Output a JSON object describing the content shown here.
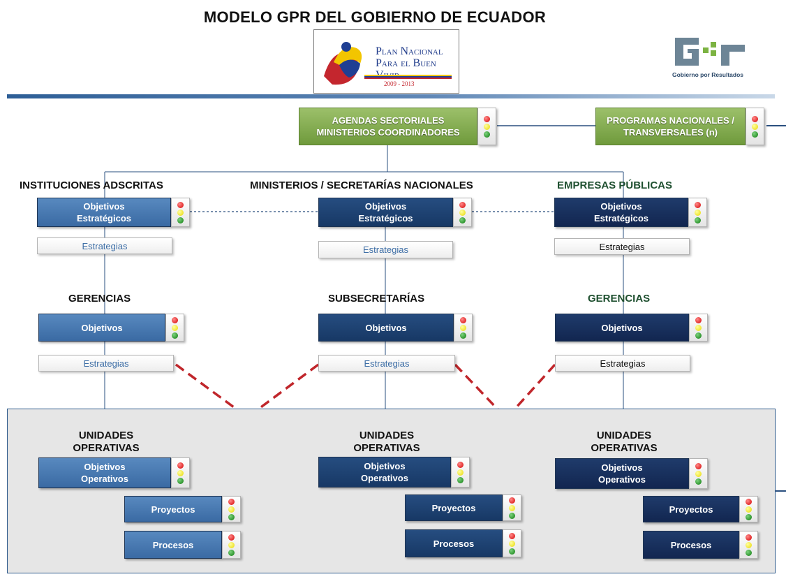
{
  "title": "MODELO GPR DEL GOBIERNO DE ECUADOR",
  "plan_logo": {
    "line1": "Plan Nacional",
    "line2": "Para el Buen Vivir",
    "years": "2009 - 2013"
  },
  "gpr_logo": {
    "caption": "Gobierno por Resultados"
  },
  "top": {
    "agendas": [
      "AGENDAS SECTORIALES",
      "MINISTERIOS COORDINADORES"
    ],
    "programas": [
      "PROGRAMAS NACIONALES /",
      "TRANSVERSALES (n)"
    ]
  },
  "columns": {
    "left": {
      "header": "INSTITUCIONES ADSCRITAS",
      "obj_line1": "Objetivos",
      "obj_line2": "Estratégicos",
      "strategies": "Estrategias",
      "sub_header": "GERENCIAS",
      "objetivos": "Objetivos",
      "strategies2": "Estrategias",
      "units_line1": "UNIDADES",
      "units_line2": "OPERATIVAS",
      "op_line1": "Objetivos",
      "op_line2": "Operativos",
      "proyectos": "Proyectos",
      "procesos": "Procesos"
    },
    "center": {
      "header": "MINISTERIOS / SECRETARÍAS NACIONALES",
      "obj_line1": "Objetivos",
      "obj_line2": "Estratégicos",
      "strategies": "Estrategias",
      "sub_header": "SUBSECRETARÍAS",
      "objetivos": "Objetivos",
      "strategies2": "Estrategias",
      "units_line1": "UNIDADES",
      "units_line2": "OPERATIVAS",
      "op_line1": "Objetivos",
      "op_line2": "Operativos",
      "proyectos": "Proyectos",
      "procesos": "Procesos"
    },
    "right": {
      "header": "EMPRESAS PÚBLICAS",
      "obj_line1": "Objetivos",
      "obj_line2": "Estratégicos",
      "strategies": "Estrategias",
      "sub_header": "GERENCIAS",
      "objetivos": "Objetivos",
      "strategies2": "Estrategias",
      "units_line1": "UNIDADES",
      "units_line2": "OPERATIVAS",
      "op_line1": "Objetivos",
      "op_line2": "Operativos",
      "proyectos": "Proyectos",
      "procesos": "Procesos"
    }
  },
  "colors": {
    "green_box": "#7fa84a",
    "blue_light": "#4677b0",
    "blue_mid": "#1e4373",
    "blue_dark": "#172f5c",
    "dashed_red": "#c0262b",
    "traffic_red": "#d40000",
    "traffic_yellow": "#e8d800",
    "traffic_green": "#0c7a0c"
  }
}
